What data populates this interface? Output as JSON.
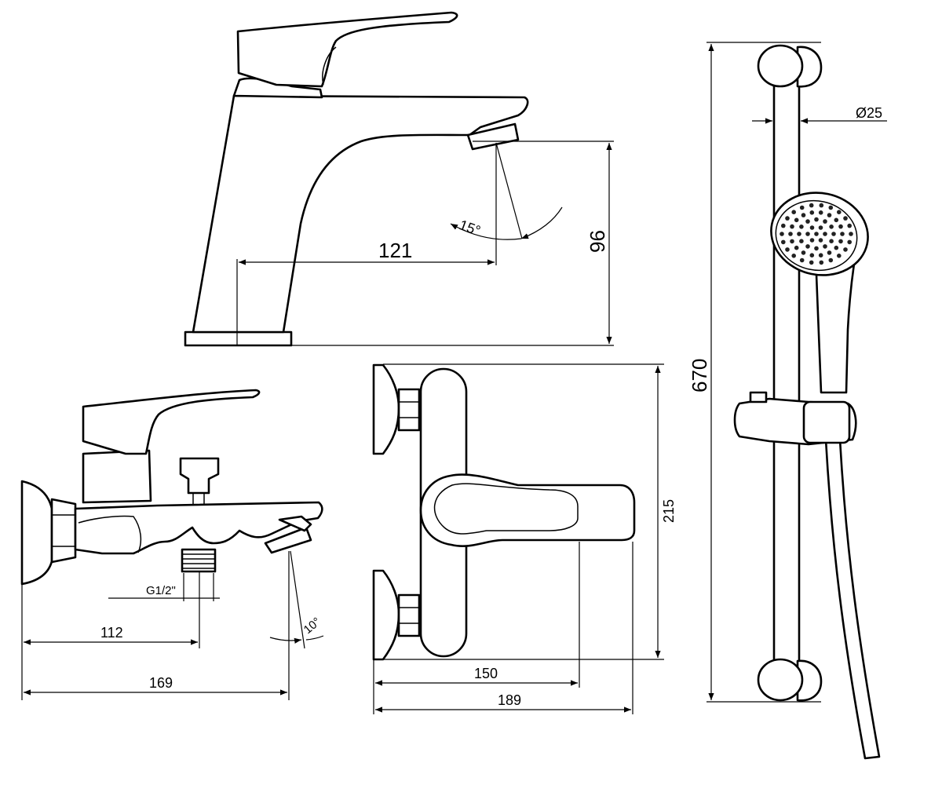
{
  "basin_mixer": {
    "projection_dim": "121",
    "height_dim": "96",
    "spray_angle": "15°"
  },
  "bath_mixer_side": {
    "thread_label": "G1/2\"",
    "outlet_dim": "112",
    "overall_dim": "169",
    "spout_angle": "10°"
  },
  "bath_mixer_front": {
    "height_dim": "215",
    "lever_dim": "150",
    "width_dim": "189"
  },
  "shower_rail": {
    "length_dim": "670",
    "diameter_dim": "Ø25"
  }
}
